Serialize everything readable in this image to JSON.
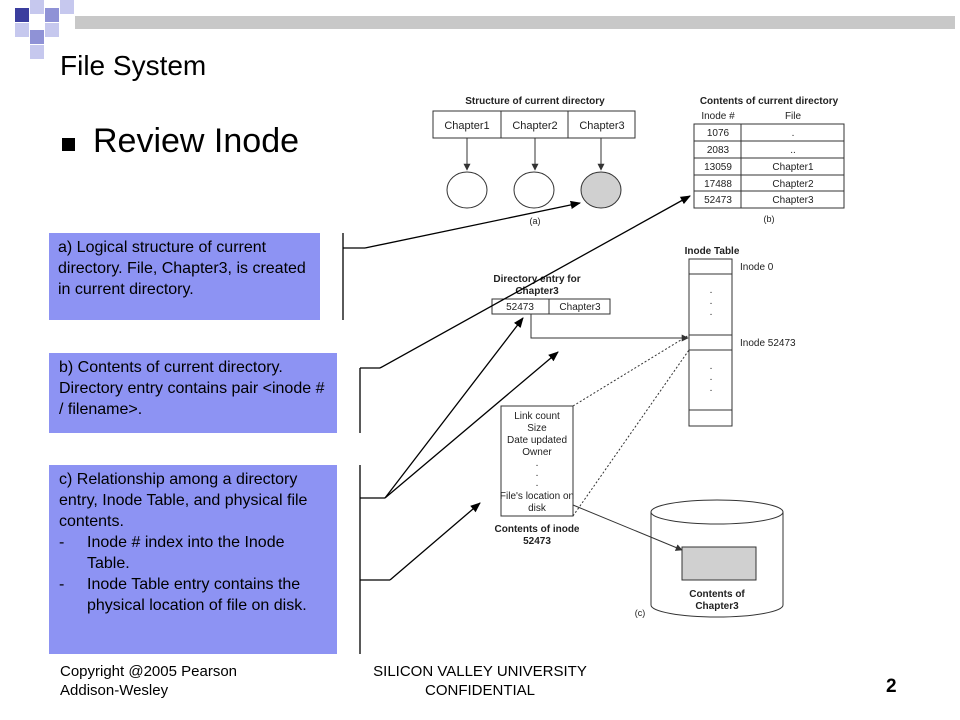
{
  "slide": {
    "title": "File System",
    "bullet": "Review Inode",
    "callouts": {
      "a": "a) Logical structure of current directory. File, Chapter3, is created in current directory.",
      "b": "b) Contents of current directory. Directory entry contains pair <inode # / filename>.",
      "c_intro": "c) Relationship among a directory entry, Inode Table, and physical file contents.",
      "c_items": [
        "Inode # index into the Inode Table.",
        "Inode Table entry contains the physical location of file on disk."
      ],
      "c_dash": "-"
    }
  },
  "figure": {
    "a": {
      "heading": "Structure of current directory",
      "cells": [
        "Chapter1",
        "Chapter2",
        "Chapter3"
      ],
      "caption": "(a)"
    },
    "b": {
      "heading": "Contents of current directory",
      "col_inode": "Inode #",
      "col_file": "File",
      "rows": [
        {
          "inode": "1076",
          "file": "."
        },
        {
          "inode": "2083",
          "file": ".."
        },
        {
          "inode": "13059",
          "file": "Chapter1"
        },
        {
          "inode": "17488",
          "file": "Chapter2"
        },
        {
          "inode": "52473",
          "file": "Chapter3"
        }
      ],
      "caption": "(b)"
    },
    "c": {
      "dir_entry_line1": "Directory entry for",
      "dir_entry_line2": "Chapter3",
      "entry_inode": "52473",
      "entry_name": "Chapter3",
      "inode_table_title": "Inode Table",
      "inode0": "Inode 0",
      "inode_n": "Inode 52473",
      "dot": ".",
      "inode_fields": [
        "Link count",
        "Size",
        "Date updated",
        "Owner",
        ".",
        ".",
        ".",
        "File's location on",
        "disk"
      ],
      "contents_label_line1": "Contents of inode",
      "contents_label_line2": "52473",
      "disk_label_line1": "Contents of",
      "disk_label_line2": "Chapter3",
      "caption": "(c)"
    }
  },
  "footer": {
    "copyright_line1": "Copyright @2005 Pearson",
    "copyright_line2": "Addison-Wesley",
    "center_line1": "SILICON VALLEY UNIVERSITY",
    "center_line2": "CONFIDENTIAL",
    "page": "2"
  },
  "colors": {
    "callout_bg": "#8d93f3",
    "header_bar": "#c8c8c8",
    "deco_dark": "#3b3e9e",
    "deco_mid": "#8f92d6",
    "deco_light": "#c6c8ee"
  }
}
